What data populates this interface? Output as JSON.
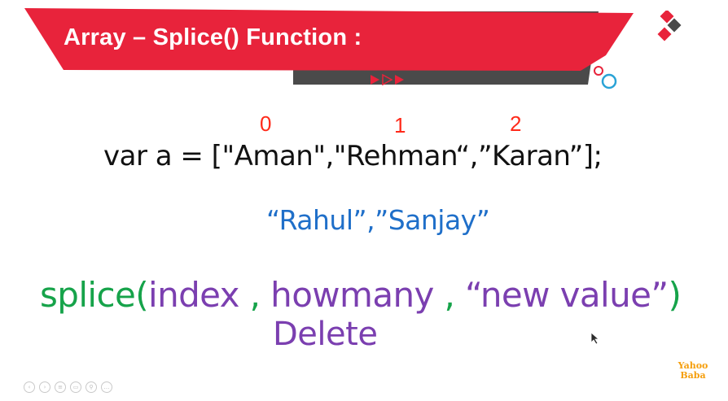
{
  "slide": {
    "title": "Array – Splice() Function :",
    "indices": [
      "0",
      "1",
      "2"
    ],
    "code_line": "var a = [\"Aman\",\"Rehman“,”Karan”];",
    "new_values": "“Rahul”,”Sanjay”",
    "splice": {
      "fn": "splice(",
      "index": "index",
      "sep1": " , ",
      "howmany": "howmany",
      "sep2": " , ",
      "new_value": "“new value”",
      "close": ")"
    },
    "delete_label": "Delete"
  },
  "brand": {
    "line1": "Yahoo",
    "line2": "Baba"
  },
  "nav_buttons": [
    "‹",
    "›",
    "≡",
    "▭",
    "⚲",
    "…"
  ],
  "colors": {
    "banner_red": "#e8233b",
    "banner_dark": "#4a4a4a",
    "index_red": "#ff2a1a",
    "blue": "#1f6fc9",
    "green": "#16a34a",
    "purple": "#7b3fb0"
  },
  "icons": [
    "arrows-decoration-icon",
    "diamond-logo-icon",
    "circles-decoration-icon",
    "cursor-icon"
  ]
}
